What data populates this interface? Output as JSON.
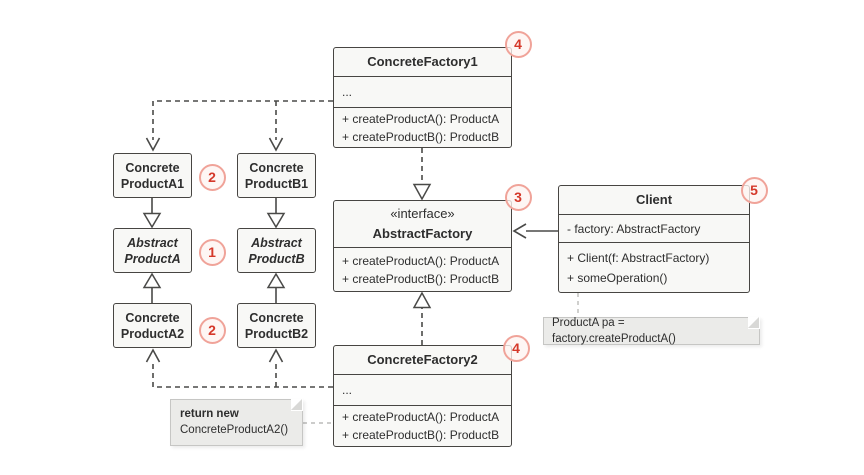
{
  "colors": {
    "box_border": "#474542",
    "box_fill": "#f8f8f6",
    "text": "#2e2e2e",
    "badge_border": "#f0a399",
    "badge_text": "#d5382a",
    "badge_fill": "#fdf1ef",
    "note_fill": "#ebebe9",
    "note_border": "#c6c6c4",
    "connector": "#4a4a48",
    "note_connector": "#bcbcba"
  },
  "classes": {
    "concrete_factory_1": {
      "name": "ConcreteFactory1",
      "attributes": [
        "..."
      ],
      "methods": [
        "+ createProductA(): ProductA",
        "+ createProductB(): ProductB"
      ],
      "badge": "4"
    },
    "abstract_factory": {
      "stereotype": "«interface»",
      "name": "AbstractFactory",
      "methods": [
        "+ createProductA(): ProductA",
        "+ createProductB(): ProductB"
      ],
      "badge": "3"
    },
    "concrete_factory_2": {
      "name": "ConcreteFactory2",
      "attributes": [
        "..."
      ],
      "methods": [
        "+ createProductA(): ProductA",
        "+ createProductB(): ProductB"
      ],
      "badge": "4"
    },
    "client": {
      "name": "Client",
      "attributes": [
        "- factory: AbstractFactory"
      ],
      "methods": [
        "+ Client(f: AbstractFactory)",
        "+ someOperation()"
      ],
      "badge": "5"
    },
    "concrete_product_a1": {
      "line1": "Concrete",
      "line2": "ProductA1"
    },
    "abstract_product_a": {
      "line1": "Abstract",
      "line2": "ProductA"
    },
    "concrete_product_a2": {
      "line1": "Concrete",
      "line2": "ProductA2"
    },
    "concrete_product_b1": {
      "line1": "Concrete",
      "line2": "ProductB1"
    },
    "abstract_product_b": {
      "line1": "Abstract",
      "line2": "ProductB"
    },
    "concrete_product_b2": {
      "line1": "Concrete",
      "line2": "ProductB2"
    }
  },
  "badges": {
    "products_top": "2",
    "abstract_products": "1",
    "products_bottom": "2"
  },
  "notes": {
    "factory_code": {
      "line1": "return new",
      "line2": "ConcreteProductA2()"
    },
    "client_code": {
      "text": "ProductA pa = factory.createProductA()"
    }
  }
}
